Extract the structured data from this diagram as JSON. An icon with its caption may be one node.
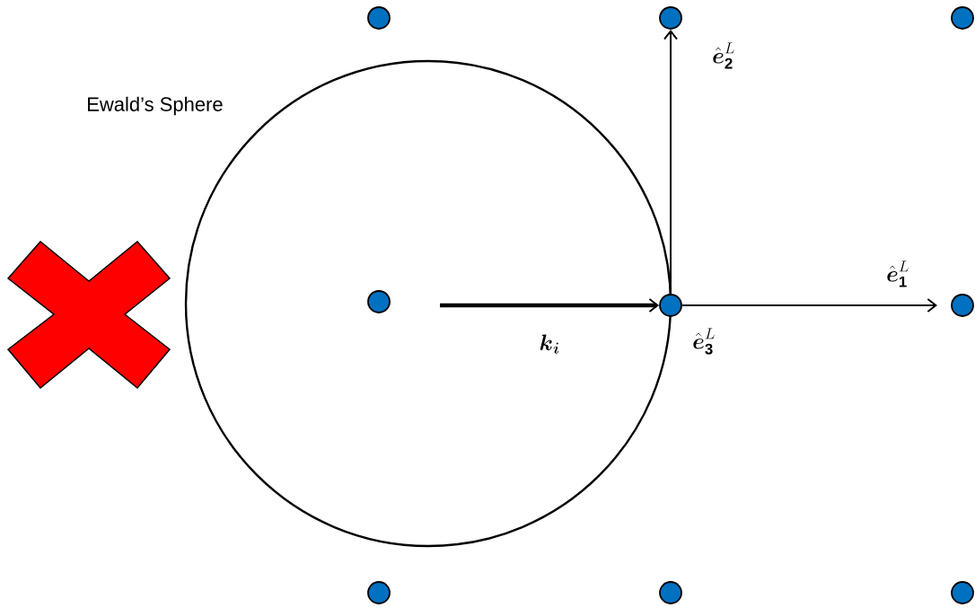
{
  "diagram": {
    "nodes": [
      {
        "text": [
          "Ewald’s Sphere"
        ]
      },
      {
        "text": [],
        "shape": "circle"
      },
      {
        "text": [],
        "shape": "circle"
      },
      {
        "text": [],
        "shape": "circle"
      },
      {
        "text": [],
        "shape": "circle",
        "in": 0
      },
      {
        "text": [],
        "shape": "circle",
        "beside": [
          "\\hat{\\boldsymbol{e}}^{L}_{\\mathbf{3}}"
        ]
      },
      {
        "text": [],
        "shape": "circle"
      },
      {
        "text": [],
        "shape": "circle"
      },
      {
        "text": [],
        "shape": "circle"
      },
      {
        "text": [],
        "shape": "circle"
      }
    ],
    "edges": [
      {
        "from": null,
        "to": 5,
        "arrow": "to",
        "label": "\\boldsymbol{k}_{\\boldsymbol{i}}",
        "style": "thick"
      },
      {
        "from": 5,
        "to": null,
        "arrow": "to",
        "label": "\\hat{\\boldsymbol{e}}^{L}_{\\mathbf{1}}"
      },
      {
        "from": 5,
        "to": 2,
        "arrow": "to",
        "label": "\\hat{\\boldsymbol{e}}^{L}_{\\mathbf{2}}"
      }
    ]
  }
}
